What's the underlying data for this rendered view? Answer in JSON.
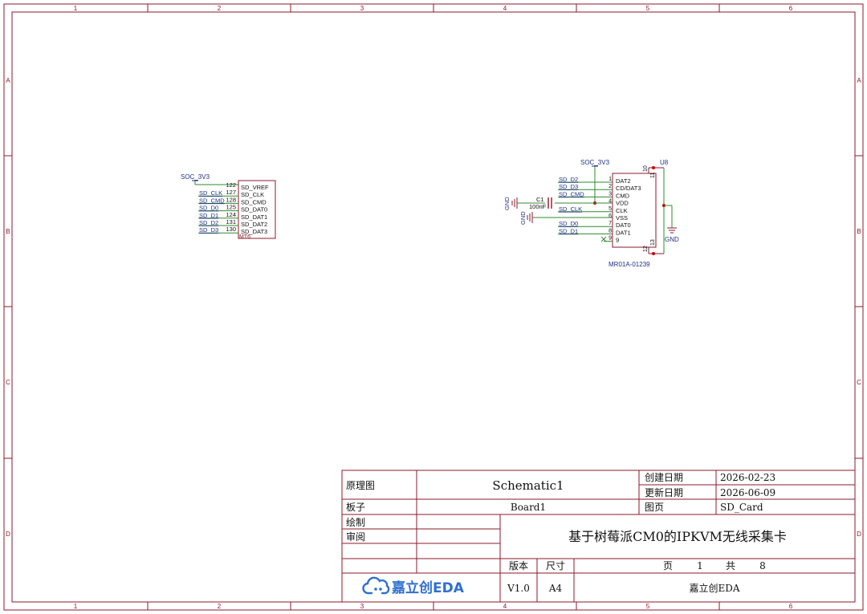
{
  "colors": {
    "frame": "#8b1a2b",
    "wire": "#2e8b2e",
    "net": "#1f2f8a",
    "junction": "#cc0000",
    "text": "#111111",
    "brand": "#2f6fd0"
  },
  "frame": {
    "columns": [
      "1",
      "2",
      "3",
      "4",
      "5",
      "6"
    ],
    "rows": [
      "A",
      "B",
      "C",
      "D"
    ]
  },
  "mcu_block": {
    "power_net": "SOC_3V3",
    "designator": "MT6",
    "pins": [
      {
        "num": "122",
        "name": "SD_VREF",
        "net": ""
      },
      {
        "num": "127",
        "name": "SD_CLK",
        "net": "SD_CLK"
      },
      {
        "num": "128",
        "name": "SD_CMD",
        "net": "SD_CMD"
      },
      {
        "num": "125",
        "name": "SD_DAT0",
        "net": "SD_D0"
      },
      {
        "num": "124",
        "name": "SD_DAT1",
        "net": "SD_D1"
      },
      {
        "num": "131",
        "name": "SD_DAT2",
        "net": "SD_D2"
      },
      {
        "num": "130",
        "name": "SD_DAT3",
        "net": "SD_D3"
      }
    ]
  },
  "sd_socket": {
    "designator": "U8",
    "part": "MR01A-01239",
    "power_net": "SOC_3V3",
    "gnd_label": "GND",
    "pins": [
      {
        "num": "1",
        "name": "DAT2",
        "net": "SD_D2"
      },
      {
        "num": "2",
        "name": "CD/DAT3",
        "net": "SD_D3"
      },
      {
        "num": "3",
        "name": "CMD",
        "net": "SD_CMD"
      },
      {
        "num": "4",
        "name": "VDD",
        "net": ""
      },
      {
        "num": "5",
        "name": "CLK",
        "net": "SD_CLK"
      },
      {
        "num": "6",
        "name": "VSS",
        "net": ""
      },
      {
        "num": "7",
        "name": "DAT0",
        "net": "SD_D0"
      },
      {
        "num": "8",
        "name": "DAT1",
        "net": "SD_D1"
      },
      {
        "num": "9",
        "name": "9",
        "net": ""
      }
    ],
    "side_pins": [
      "10",
      "11",
      "12",
      "13"
    ]
  },
  "capacitor": {
    "designator": "C1",
    "value": "100nF",
    "gnd_label": "GND"
  },
  "vss_gnd_label": "GND",
  "title_block": {
    "schematic_label": "原理图",
    "schematic_value": "Schematic1",
    "board_label": "板子",
    "board_value": "Board1",
    "drawn_label": "绘制",
    "review_label": "审阅",
    "created_label": "创建日期",
    "created_value": "2026-02-23",
    "updated_label": "更新日期",
    "updated_value": "2026-06-09",
    "page_label": "图页",
    "page_value": "SD_Card",
    "project_title": "基于树莓派CM0的IPKVM无线采集卡",
    "version_label": "版本",
    "size_label": "尺寸",
    "version_value": "V1.0",
    "size_value": "A4",
    "page_word": "页",
    "page_number": "1",
    "total_word": "共",
    "total_pages": "8",
    "company": "嘉立创EDA",
    "logo_text": "嘉立创EDA"
  }
}
